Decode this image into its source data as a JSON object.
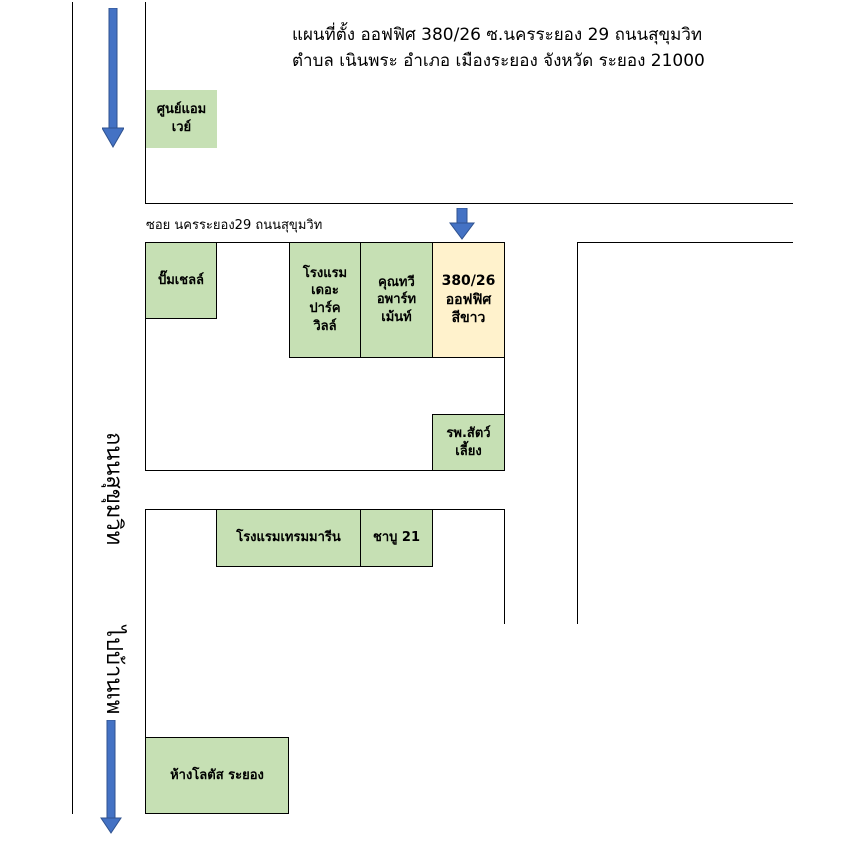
{
  "title": {
    "line1": "แผนที่ตั้ง ออฟฟิศ 380/26 ซ.นครระยอง 29 ถนนสุขุมวิท",
    "line2": "ตำบล เนินพระ  อำเภอ เมืองระยอง จังหวัด ระยอง 21000"
  },
  "soi_label": "ซอย นครระยอง29 ถนนสุขุมวิท",
  "road_label": "ถนนสุขุมวิท",
  "direction_label": "ไปบ้านเพ",
  "places": {
    "amway": "ศูนย์แอม\nเวย์",
    "pump_shell": "ปั๊มเชลล์",
    "park_villa": "โรงแรม\nเดอะ\nปาร์ค\nวิลล์",
    "khunthawee": "คุณทวี\nอพาร์ท\nเม้นท์",
    "office": "380/26\nออฟฟิศ\nสีขาว",
    "vet_hospital": "รพ.สัตว์\nเลี้ยง",
    "hotel_marine": "โรงแรมเทรมมารีน",
    "shabu": "ชาบู 21",
    "lotus": "ห้างโลตัส ระยอง"
  },
  "colors": {
    "building": "#c6e0b4",
    "office": "#fff2cc",
    "arrow": "#4472c4"
  }
}
